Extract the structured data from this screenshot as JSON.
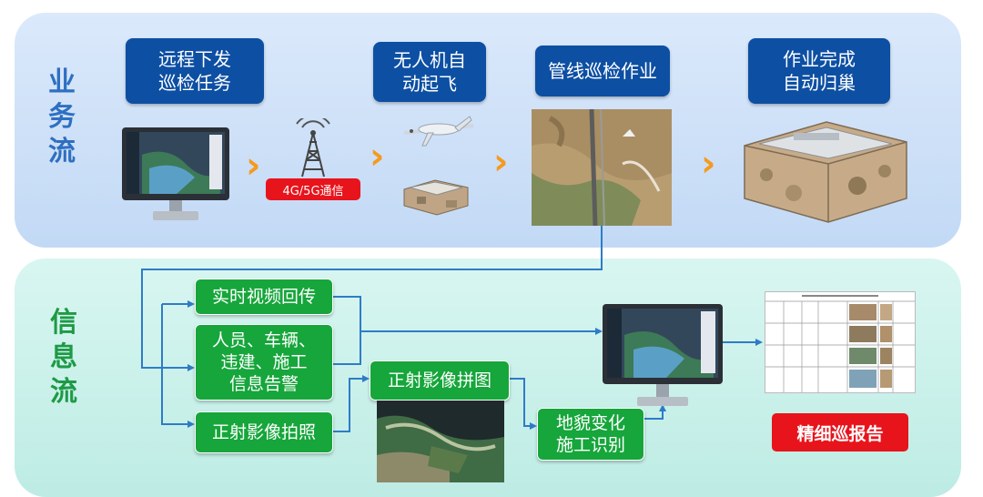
{
  "business_flow": {
    "label_chars": [
      "业",
      "务",
      "流"
    ],
    "steps": [
      {
        "text": "远程下发\n巡检任务"
      },
      {
        "text": "无人机自\n动起飞"
      },
      {
        "text": "管线巡检作业"
      },
      {
        "text": "作业完成\n自动归巢"
      }
    ],
    "comm_badge": "4G/5G通信"
  },
  "info_flow": {
    "label_chars": [
      "信",
      "息",
      "流"
    ],
    "items": [
      {
        "text": "实时视频回传"
      },
      {
        "text": "人员、车辆、\n违建、施工\n信息告警"
      },
      {
        "text": "正射影像拍照"
      },
      {
        "text": "正射影像拼图"
      },
      {
        "text": "地貌变化\n施工识别"
      }
    ],
    "report_badge": "精细巡报告"
  },
  "colors": {
    "business_accent": "#2f6fc1",
    "info_accent": "#1e9a45",
    "step_box": "#0d4fa3",
    "info_box": "#16a63b",
    "arrow_orange": "#f59a1e",
    "alert_red": "#e8141c",
    "connector_blue": "#2e7cc7"
  },
  "icons": [
    "monitor-icon",
    "cell-tower-icon",
    "drone-icon",
    "drone-nest-icon",
    "aerial-map-image",
    "report-document-icon"
  ]
}
